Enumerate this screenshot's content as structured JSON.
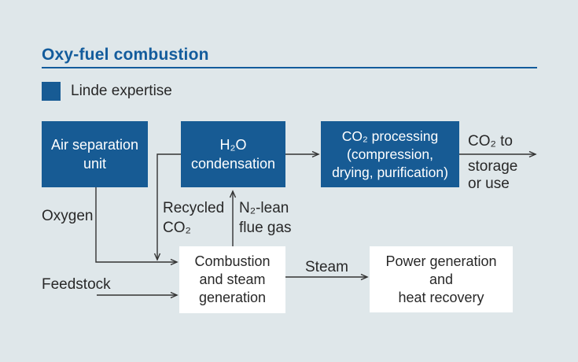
{
  "title": "Oxy-fuel combustion",
  "legend": {
    "label": "Linde expertise"
  },
  "nodes": {
    "air_separation": {
      "label": "Air separation\nunit"
    },
    "h2o_condensation": {
      "label": "H₂O\ncondensation"
    },
    "co2_processing": {
      "label": "CO₂ processing\n(compression,\ndrying, purification)"
    },
    "combustion": {
      "label": "Combustion\nand steam\ngeneration"
    },
    "power_generation": {
      "label": "Power generation\nand\nheat recovery"
    }
  },
  "flow_labels": {
    "oxygen": "Oxygen",
    "feedstock": "Feedstock",
    "recycled_co2": "Recycled\nCO₂",
    "n2_lean_flue_gas": "N₂-lean\nflue gas",
    "steam": "Steam",
    "co2_out_line1": "CO₂ to",
    "co2_out_rest": "storage\nor use"
  },
  "colors": {
    "background": "#dfe7ea",
    "linde_blue": "#175b94",
    "title_blue": "#135c9c",
    "line_dark": "#333333",
    "text_dark": "#282828",
    "white_box": "#ffffff"
  }
}
